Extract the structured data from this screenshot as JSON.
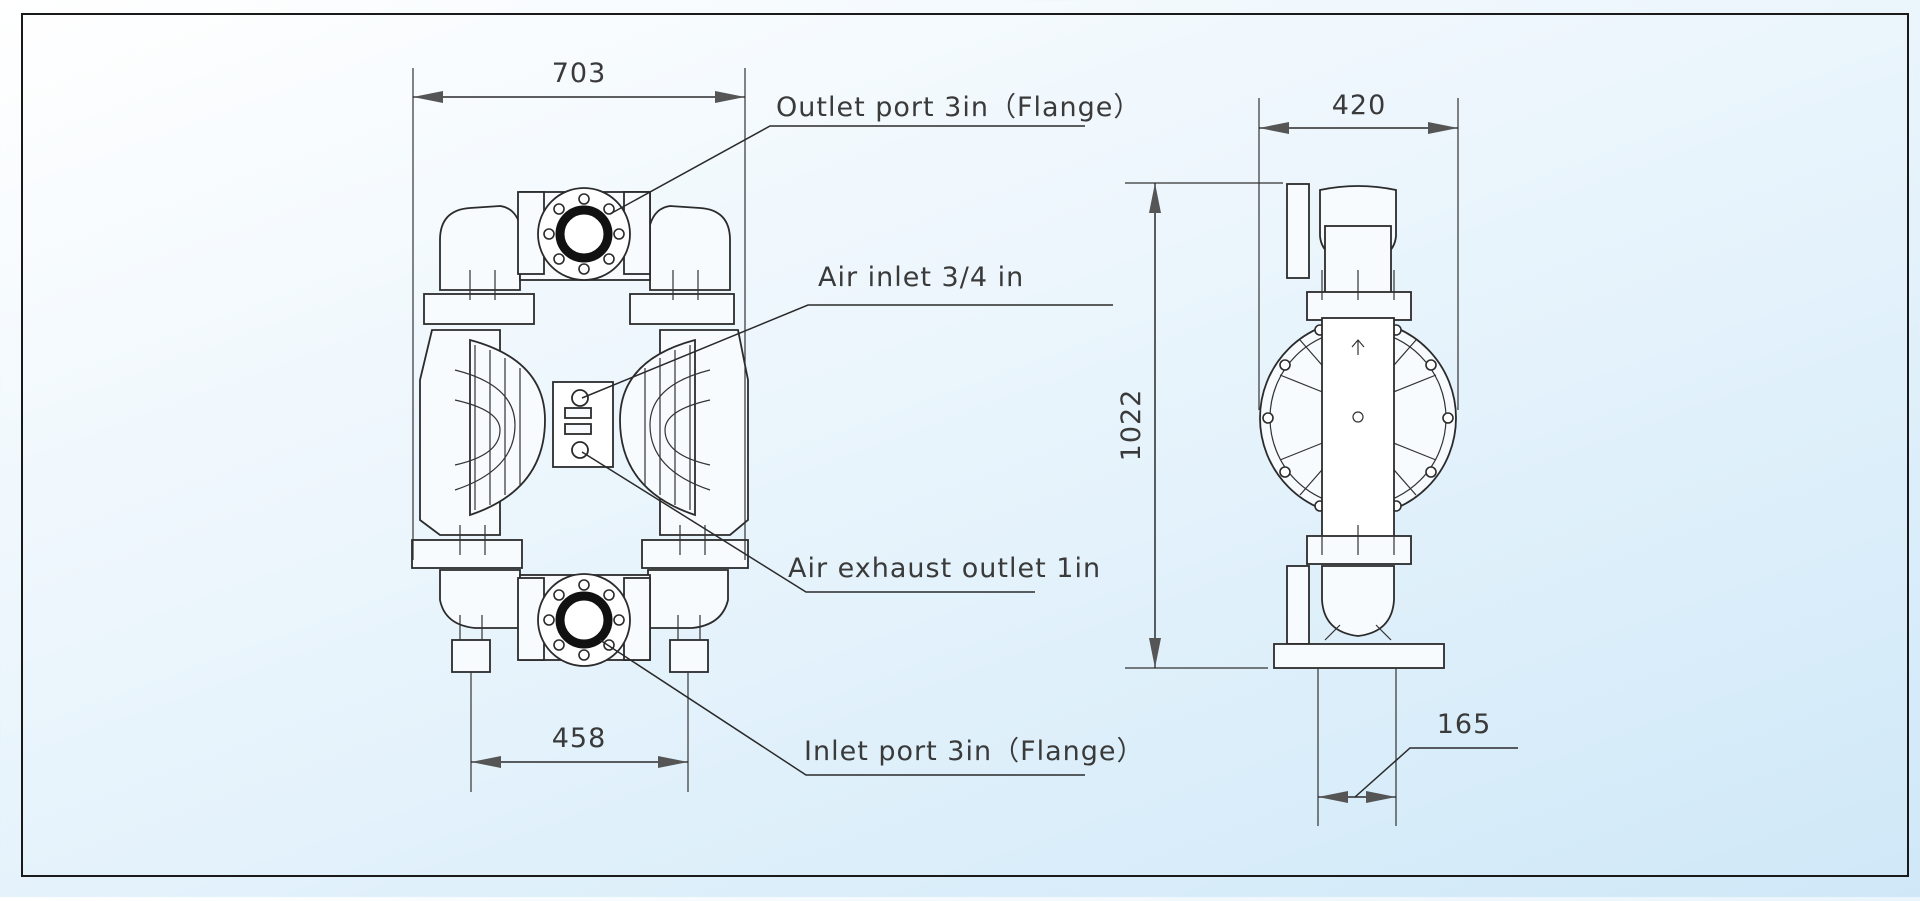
{
  "diagram": {
    "dimensions": {
      "front_width": "703",
      "bottom_spacing": "458",
      "side_width": "420",
      "height": "1022",
      "base_spacing": "165"
    },
    "labels": {
      "outlet_port": "Outlet port 3in（Flange）",
      "air_inlet": "Air inlet 3/4 in",
      "air_exhaust": "Air exhaust outlet 1in",
      "inlet_port": "Inlet port 3in（Flange）"
    }
  }
}
